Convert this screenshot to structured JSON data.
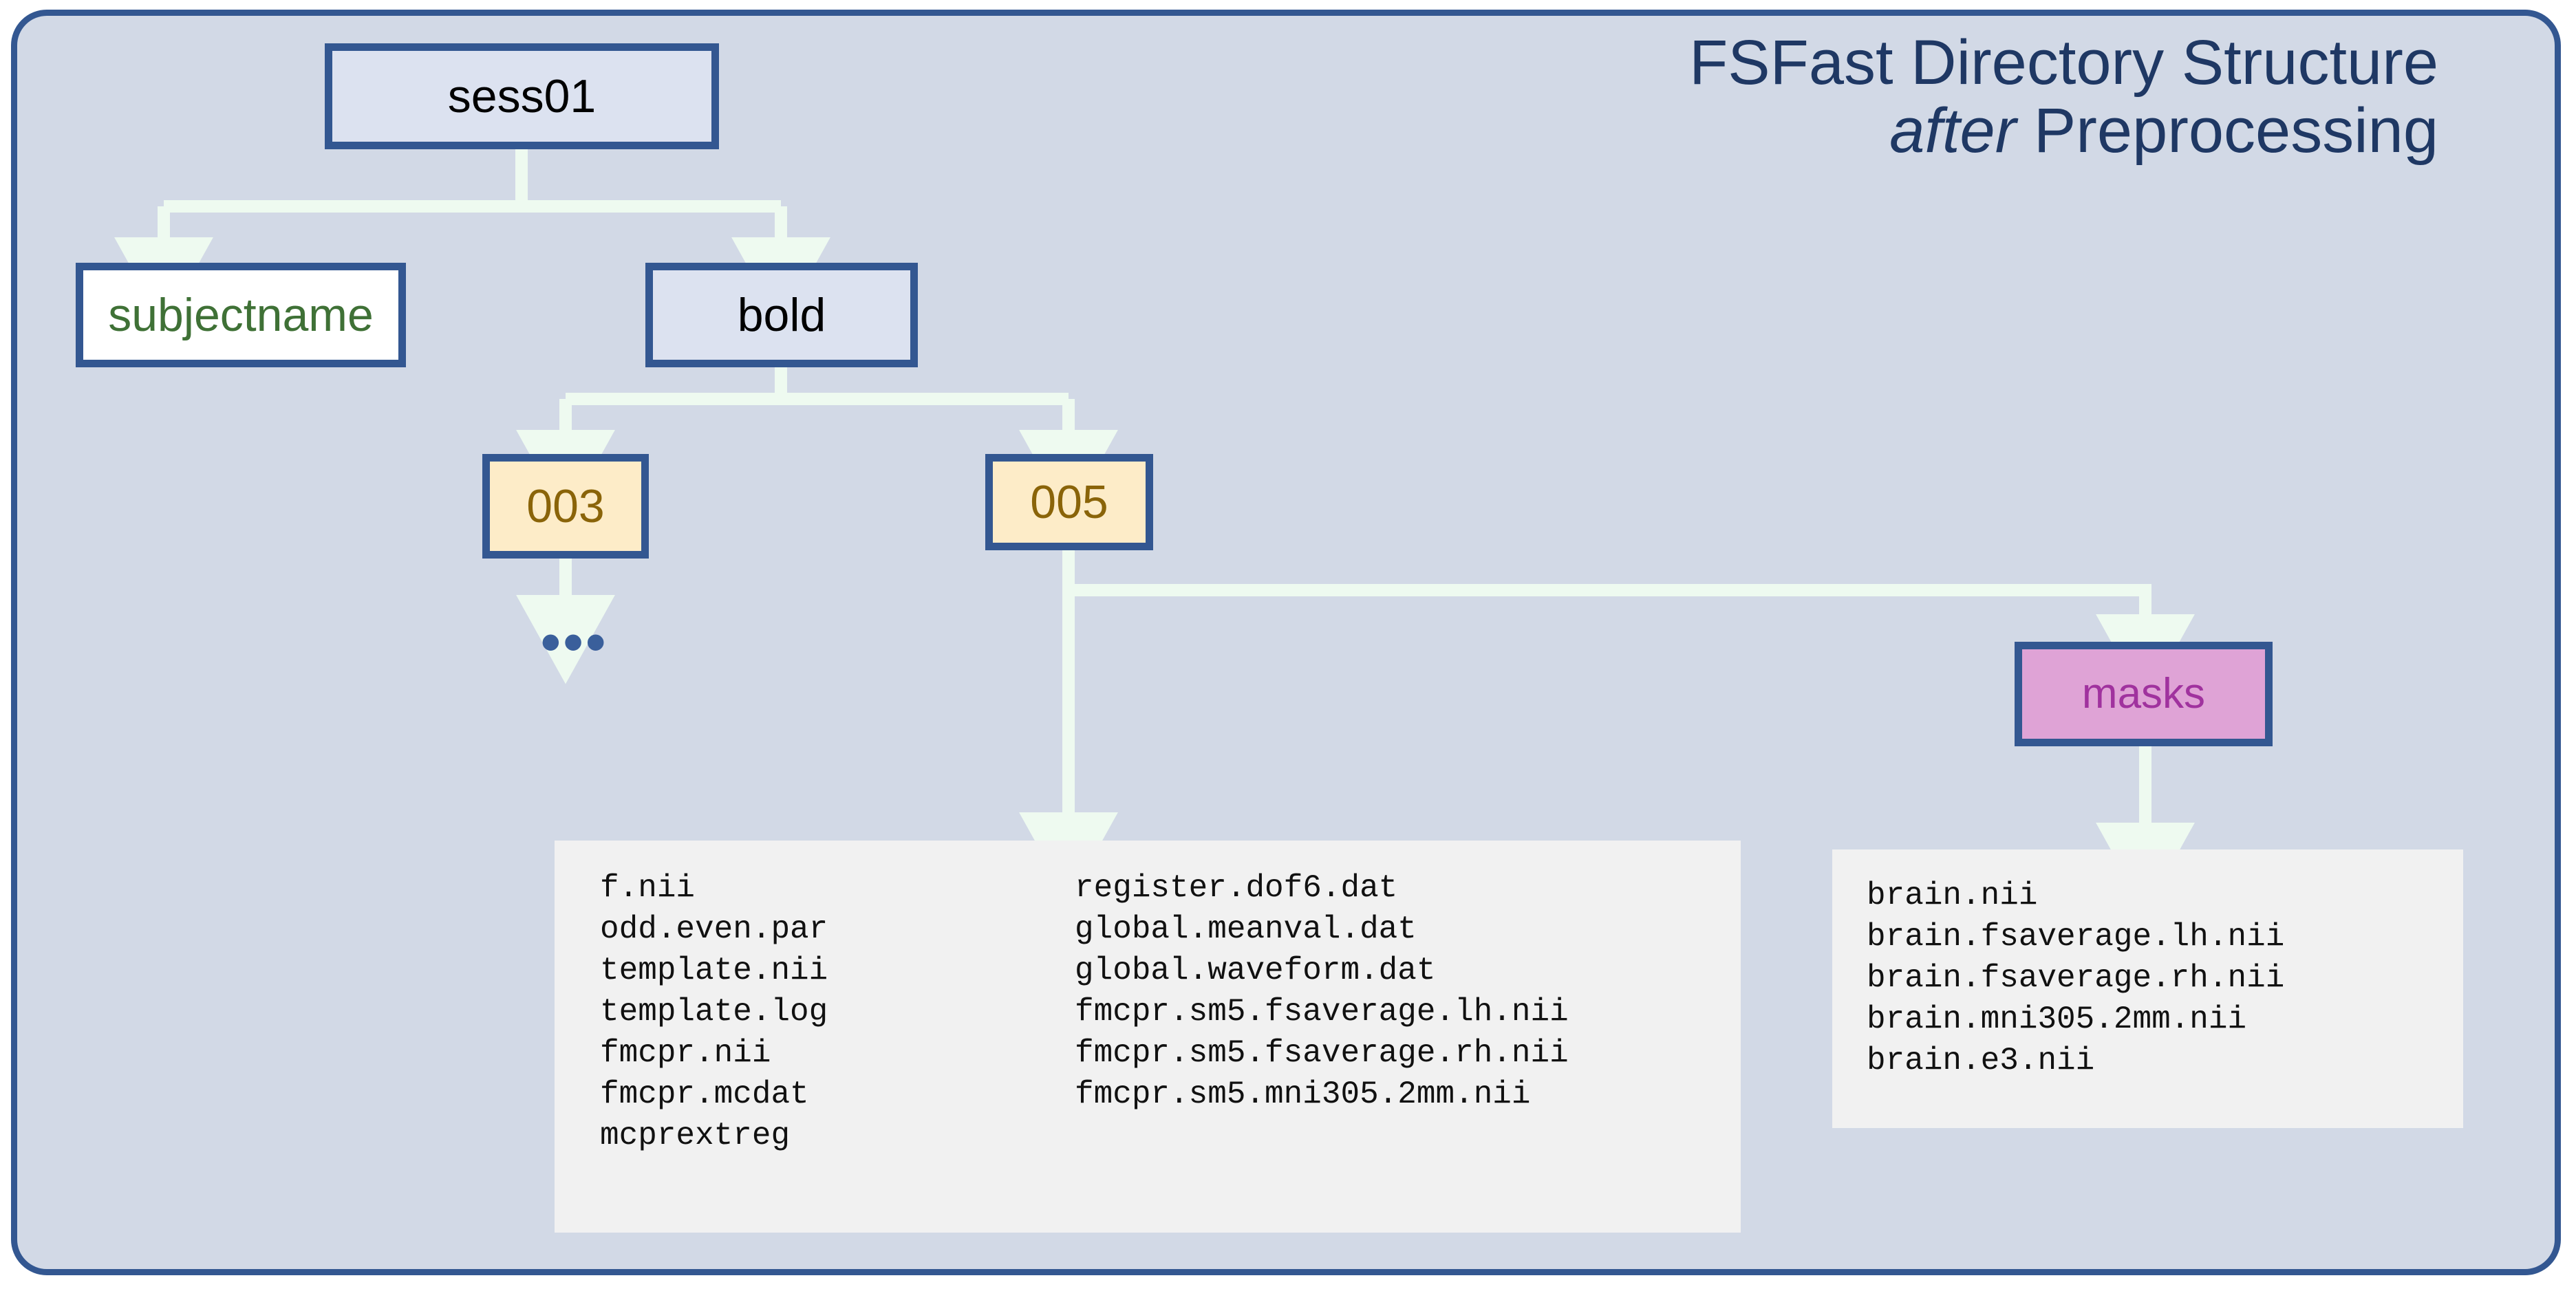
{
  "title": {
    "line1": "FSFast Directory Structure",
    "line2_emphasis": "after",
    "line2_rest": " Preprocessing"
  },
  "colors": {
    "canvas_background": "#d2d9e6",
    "frame_border": "#335791",
    "node_border": "#335791",
    "node_fill_blue": "#dce2f0",
    "node_fill_white": "#ffffff",
    "node_fill_cream": "#fdecc8",
    "node_fill_pink": "#dfa3d6",
    "text_title": "#1f3864",
    "text_green": "#3f7136",
    "text_gold": "#8a6409",
    "text_magenta": "#a0329e",
    "arrow": "#eefaf0",
    "ellipsis": "#3a5f9b",
    "panel_background": "#f1f1f1",
    "panel_text": "#111111"
  },
  "nodes": {
    "sess01": "sess01",
    "subjectname": "subjectname",
    "bold": "bold",
    "run003": "003",
    "run005": "005",
    "masks": "masks",
    "ellipsis": "•••"
  },
  "files": {
    "run_column_1": [
      "f.nii",
      "odd.even.par",
      "template.nii",
      "template.log",
      "fmcpr.nii",
      "fmcpr.mcdat",
      "mcprextreg"
    ],
    "run_column_2": [
      "register.dof6.dat",
      "global.meanval.dat",
      "global.waveform.dat",
      "fmcpr.sm5.fsaverage.lh.nii",
      "fmcpr.sm5.fsaverage.rh.nii",
      "fmcpr.sm5.mni305.2mm.nii"
    ],
    "masks_column": [
      "brain.nii",
      "brain.fsaverage.lh.nii",
      "brain.fsaverage.rh.nii",
      "brain.mni305.2mm.nii",
      "brain.e3.nii"
    ]
  }
}
